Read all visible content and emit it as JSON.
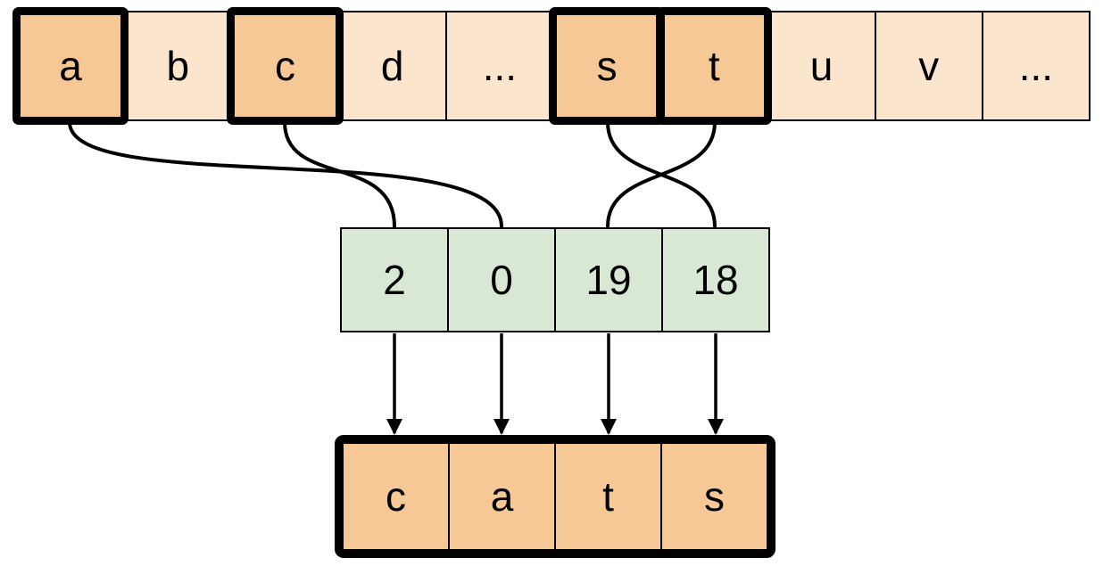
{
  "colors": {
    "highlight_fill": "#F6C896",
    "plain_fill": "#FBE5CC",
    "index_fill": "#D8E8D4",
    "stroke": "#000000",
    "background": "#FFFFFF"
  },
  "alphabet_row": {
    "cells": [
      {
        "label": "a",
        "highlighted": true
      },
      {
        "label": "b",
        "highlighted": false
      },
      {
        "label": "c",
        "highlighted": true
      },
      {
        "label": "d",
        "highlighted": false
      },
      {
        "label": "...",
        "highlighted": false
      },
      {
        "label": "s",
        "highlighted": true
      },
      {
        "label": "t",
        "highlighted": true
      },
      {
        "label": "u",
        "highlighted": false
      },
      {
        "label": "v",
        "highlighted": false
      },
      {
        "label": "...",
        "highlighted": false
      }
    ]
  },
  "index_row": {
    "cells": [
      {
        "label": "2"
      },
      {
        "label": "0"
      },
      {
        "label": "19"
      },
      {
        "label": "18"
      }
    ]
  },
  "result_row": {
    "cells": [
      {
        "label": "c"
      },
      {
        "label": "a"
      },
      {
        "label": "t"
      },
      {
        "label": "s"
      }
    ]
  },
  "connections": {
    "letter_to_index": [
      {
        "from": "a",
        "to": "0"
      },
      {
        "from": "c",
        "to": "2"
      },
      {
        "from": "s",
        "to": "18"
      },
      {
        "from": "t",
        "to": "19"
      }
    ],
    "index_to_result": [
      {
        "from": "2",
        "to": "c"
      },
      {
        "from": "0",
        "to": "a"
      },
      {
        "from": "19",
        "to": "t"
      },
      {
        "from": "18",
        "to": "s"
      }
    ]
  }
}
